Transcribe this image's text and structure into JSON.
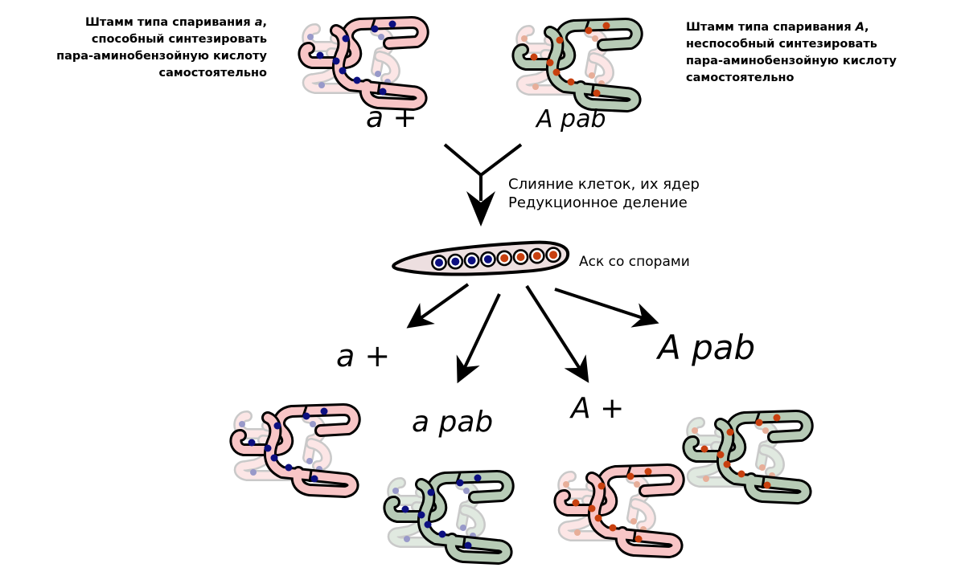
{
  "parents": {
    "left": {
      "line1_pre": "Штамм типа спаривания ",
      "line1_mt": "a",
      "line1_post": ",",
      "line2": "способный синтезировать",
      "line3": "пара-аминобензойную кислоту",
      "line4": "самостоятельно",
      "genotype": "a +"
    },
    "right": {
      "line1_pre": "Штамм типа спаривания ",
      "line1_mt": "A",
      "line1_post": ",",
      "line2": "неспособный синтезировать",
      "line3": "пара-аминобензойную кислоту",
      "line4": "самостоятельно",
      "genotype": "A pab"
    }
  },
  "process": {
    "line1": "Слияние клеток, их ядер",
    "line2": "Редукционное деление"
  },
  "ascus": {
    "label": "Аск со спорами",
    "spores": [
      "blue",
      "blue",
      "blue",
      "blue",
      "orange",
      "orange",
      "orange",
      "orange"
    ]
  },
  "offspring": [
    {
      "genotype": "a +"
    },
    {
      "genotype": "a pab"
    },
    {
      "genotype": "A +"
    },
    {
      "genotype": "A pab"
    }
  ],
  "colors": {
    "pink": "#f8c5c6",
    "green": "#b7cbb6",
    "blue_dot": "#0c0f80",
    "orange_dot": "#c8400f",
    "outline": "#000000"
  }
}
